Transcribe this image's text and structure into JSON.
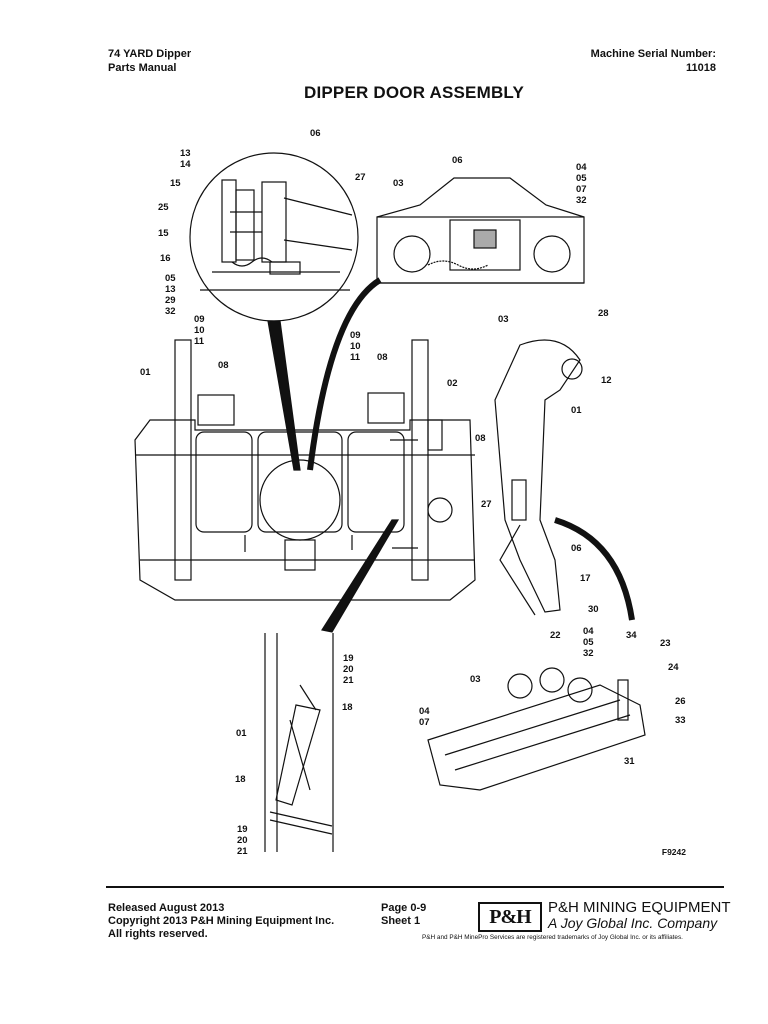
{
  "header": {
    "doc_line1": "74 YARD   Dipper",
    "doc_line2": "Parts Manual",
    "serial_label": "Machine Serial Number:",
    "serial_value": "11018"
  },
  "title": "DIPPER DOOR ASSEMBLY",
  "figure_id": "F9242",
  "callouts": {
    "c13a": "13",
    "c14a": "14",
    "c15a": "15",
    "c25": "25",
    "c15b": "15",
    "c16": "16",
    "c05a": "05",
    "c13b": "13",
    "c29": "29",
    "c32a": "32",
    "c06a": "06",
    "c27a": "27",
    "c06b": "06",
    "c03a": "03",
    "c04a": "04",
    "c05b": "05",
    "c07a": "07",
    "c32b": "32",
    "c03b": "03",
    "c09a": "09",
    "c10a": "10",
    "c11a": "11",
    "c08a": "08",
    "c01a": "01",
    "c09b": "09",
    "c10b": "10",
    "c11b": "11",
    "c08b": "08",
    "c02": "02",
    "c27b": "27",
    "c28": "28",
    "c12": "12",
    "c08c": "08",
    "c01b": "01",
    "c06c": "06",
    "c17": "17",
    "c30": "30",
    "c19a": "19",
    "c20a": "20",
    "c21a": "21",
    "c18a": "18",
    "c01c": "01",
    "c18b": "18",
    "c19b": "19",
    "c20b": "20",
    "c21b": "21",
    "c22": "22",
    "c04b": "04",
    "c05c": "05",
    "c32c": "32",
    "c34": "34",
    "c23": "23",
    "c03c": "03",
    "c24": "24",
    "c04c": "04",
    "c07b": "07",
    "c26": "26",
    "c33": "33",
    "c31": "31"
  },
  "footer": {
    "released": "Released August 2013",
    "copyright": "Copyright 2013 P&H Mining Equipment Inc.",
    "rights": "All rights reserved.",
    "page": "Page  0-9",
    "sheet": "Sheet  1",
    "logo_text": "P&H",
    "company": "P&H MINING EQUIPMENT",
    "subsidiary": "A Joy Global Inc. Company",
    "trademark": "P&H and P&H MinePro Services are registered trademarks of Joy Global Inc. or its affiliates."
  }
}
